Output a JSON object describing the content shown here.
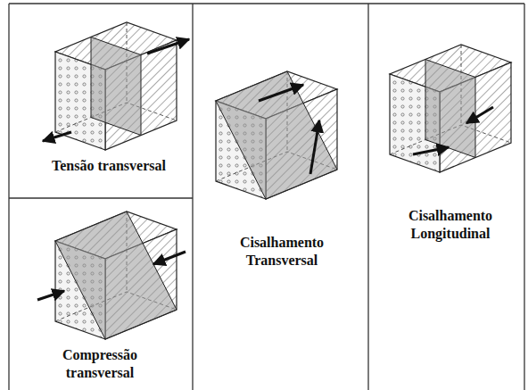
{
  "diagram": {
    "labels": [
      "Tensão transversal",
      "Compressão transversal",
      "Cisalhamento Transversal",
      "Cisalhamento Longitudinal"
    ]
  }
}
